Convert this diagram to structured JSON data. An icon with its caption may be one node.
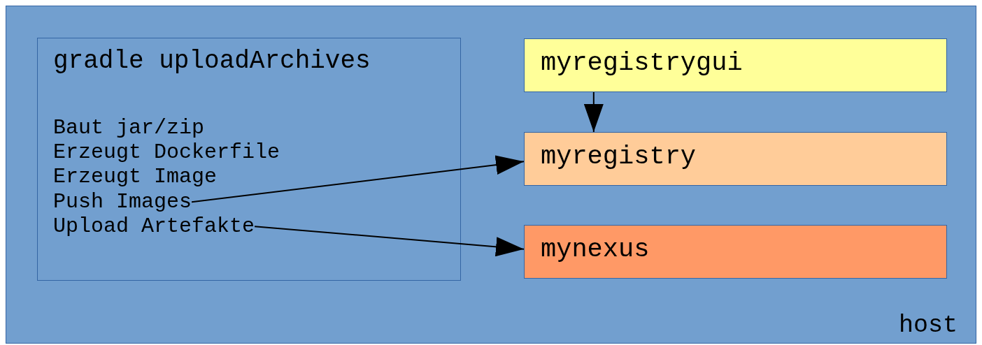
{
  "diagram": {
    "nodes": [
      {
        "text": [
          "host"
        ]
      },
      {
        "text": [
          "gradle uploadArchives",
          "Baut jar/zip",
          "Erzeugt Dockerfile",
          "Erzeugt Image"
        ],
        "in": 0
      },
      {
        "text": [
          "Push Images"
        ],
        "in": 1
      },
      {
        "text": [
          "Upload Artefakte"
        ],
        "in": 1
      },
      {
        "text": [
          "myregistrygui"
        ],
        "in": 0
      },
      {
        "text": [
          "myregistry"
        ],
        "in": 0
      },
      {
        "text": [
          "mynexus"
        ],
        "in": 0
      }
    ],
    "edges": [
      {
        "from": 4,
        "to": 5,
        "arrow": "to"
      },
      {
        "from": 2,
        "to": 5,
        "arrow": "to"
      },
      {
        "from": 3,
        "to": 6,
        "arrow": "to"
      }
    ]
  }
}
